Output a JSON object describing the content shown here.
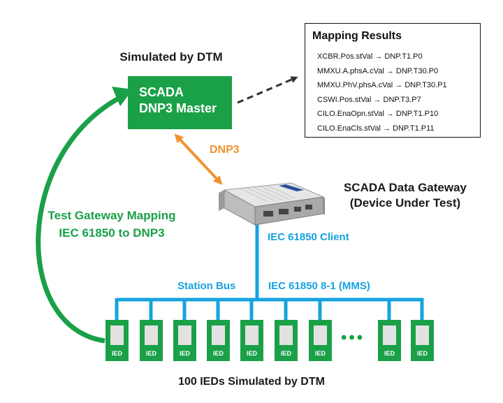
{
  "simulated_label": "Simulated by DTM",
  "master": {
    "line1": "SCADA",
    "line2": "DNP3 Master"
  },
  "mapping_results": {
    "title": "Mapping Results",
    "rows": [
      "XCBR.Pos.stVal → DNP.T1.P0",
      "MMXU.A.phsA.cVal → DNP.T30.P0",
      "MMXU.PhV.phsA.cVal → DNP.T30.P1",
      "CSWI.Pos.stVal → DNP.T3.P7",
      "CILO.EnaOpn.stVal → DNP.T1.P10",
      "CILO.EnaCls.stVal → DNP.T1.P11"
    ]
  },
  "protocol_label": "DNP3",
  "gateway": {
    "line1": "SCADA Data Gateway",
    "line2": "(Device Under Test)"
  },
  "test_mapping": {
    "line1": "Test Gateway Mapping",
    "line2": "IEC 61850 to DNP3"
  },
  "client_label": "IEC 61850 Client",
  "station_bus_label": "Station Bus",
  "mms_label": "IEC 61850 8-1 (MMS)",
  "ied_label": "IED",
  "ellipsis": "•••",
  "footer": "100 IEDs Simulated by DTM",
  "colors": {
    "green": "#1aa047",
    "blue": "#15a3e0",
    "orange": "#f0922f"
  }
}
